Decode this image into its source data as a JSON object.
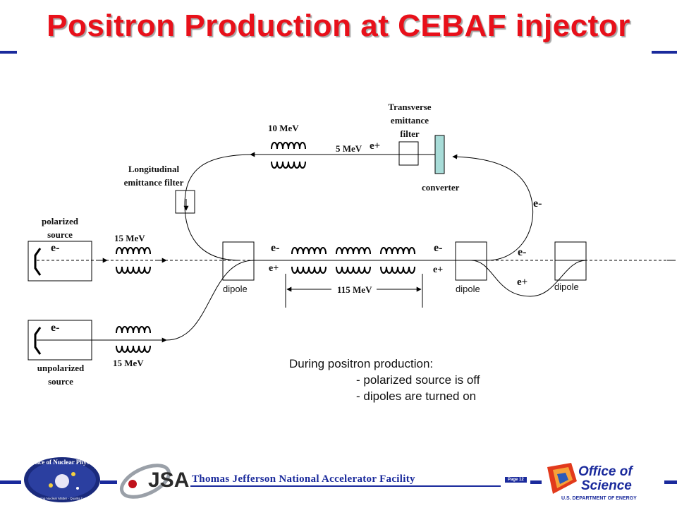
{
  "title": "Positron Production at CEBAF injector",
  "diagram": {
    "labels": {
      "transverse_filter": [
        "Transverse",
        "emittance",
        "filter"
      ],
      "longitudinal_filter": [
        "Longitudinal",
        "emittance  filter"
      ],
      "converter": "converter",
      "polarized_source": [
        "polarized",
        "source"
      ],
      "unpolarized_source": [
        "unpolarized",
        "source"
      ],
      "energy_10": "10 MeV",
      "energy_5": "5 MeV",
      "energy_15_top": "15 MeV",
      "energy_15_bottom": "15 MeV",
      "energy_115": "115 MeV",
      "dipole": "dipole",
      "electron": "e-",
      "positron": "e+"
    }
  },
  "note": {
    "heading": "During positron production:",
    "items": [
      "- polarized source is off",
      "- dipoles are turned on"
    ]
  },
  "footer": {
    "org_name": "Thomas Jefferson National Accelerator Facility",
    "page": "Page 12",
    "logos": {
      "nuclear_physics": {
        "title": "Office of Nuclear Physics",
        "tagline": "Exploring Nuclear Matter - Quarks to Stars"
      },
      "jsa": "JSA",
      "science": {
        "line1": "Office of",
        "line2": "Science",
        "line3": "U.S. DEPARTMENT OF ENERGY"
      }
    }
  },
  "colors": {
    "title": "#e8101a",
    "accent": "#1a2a9c",
    "converter": "#a8dcd8"
  }
}
